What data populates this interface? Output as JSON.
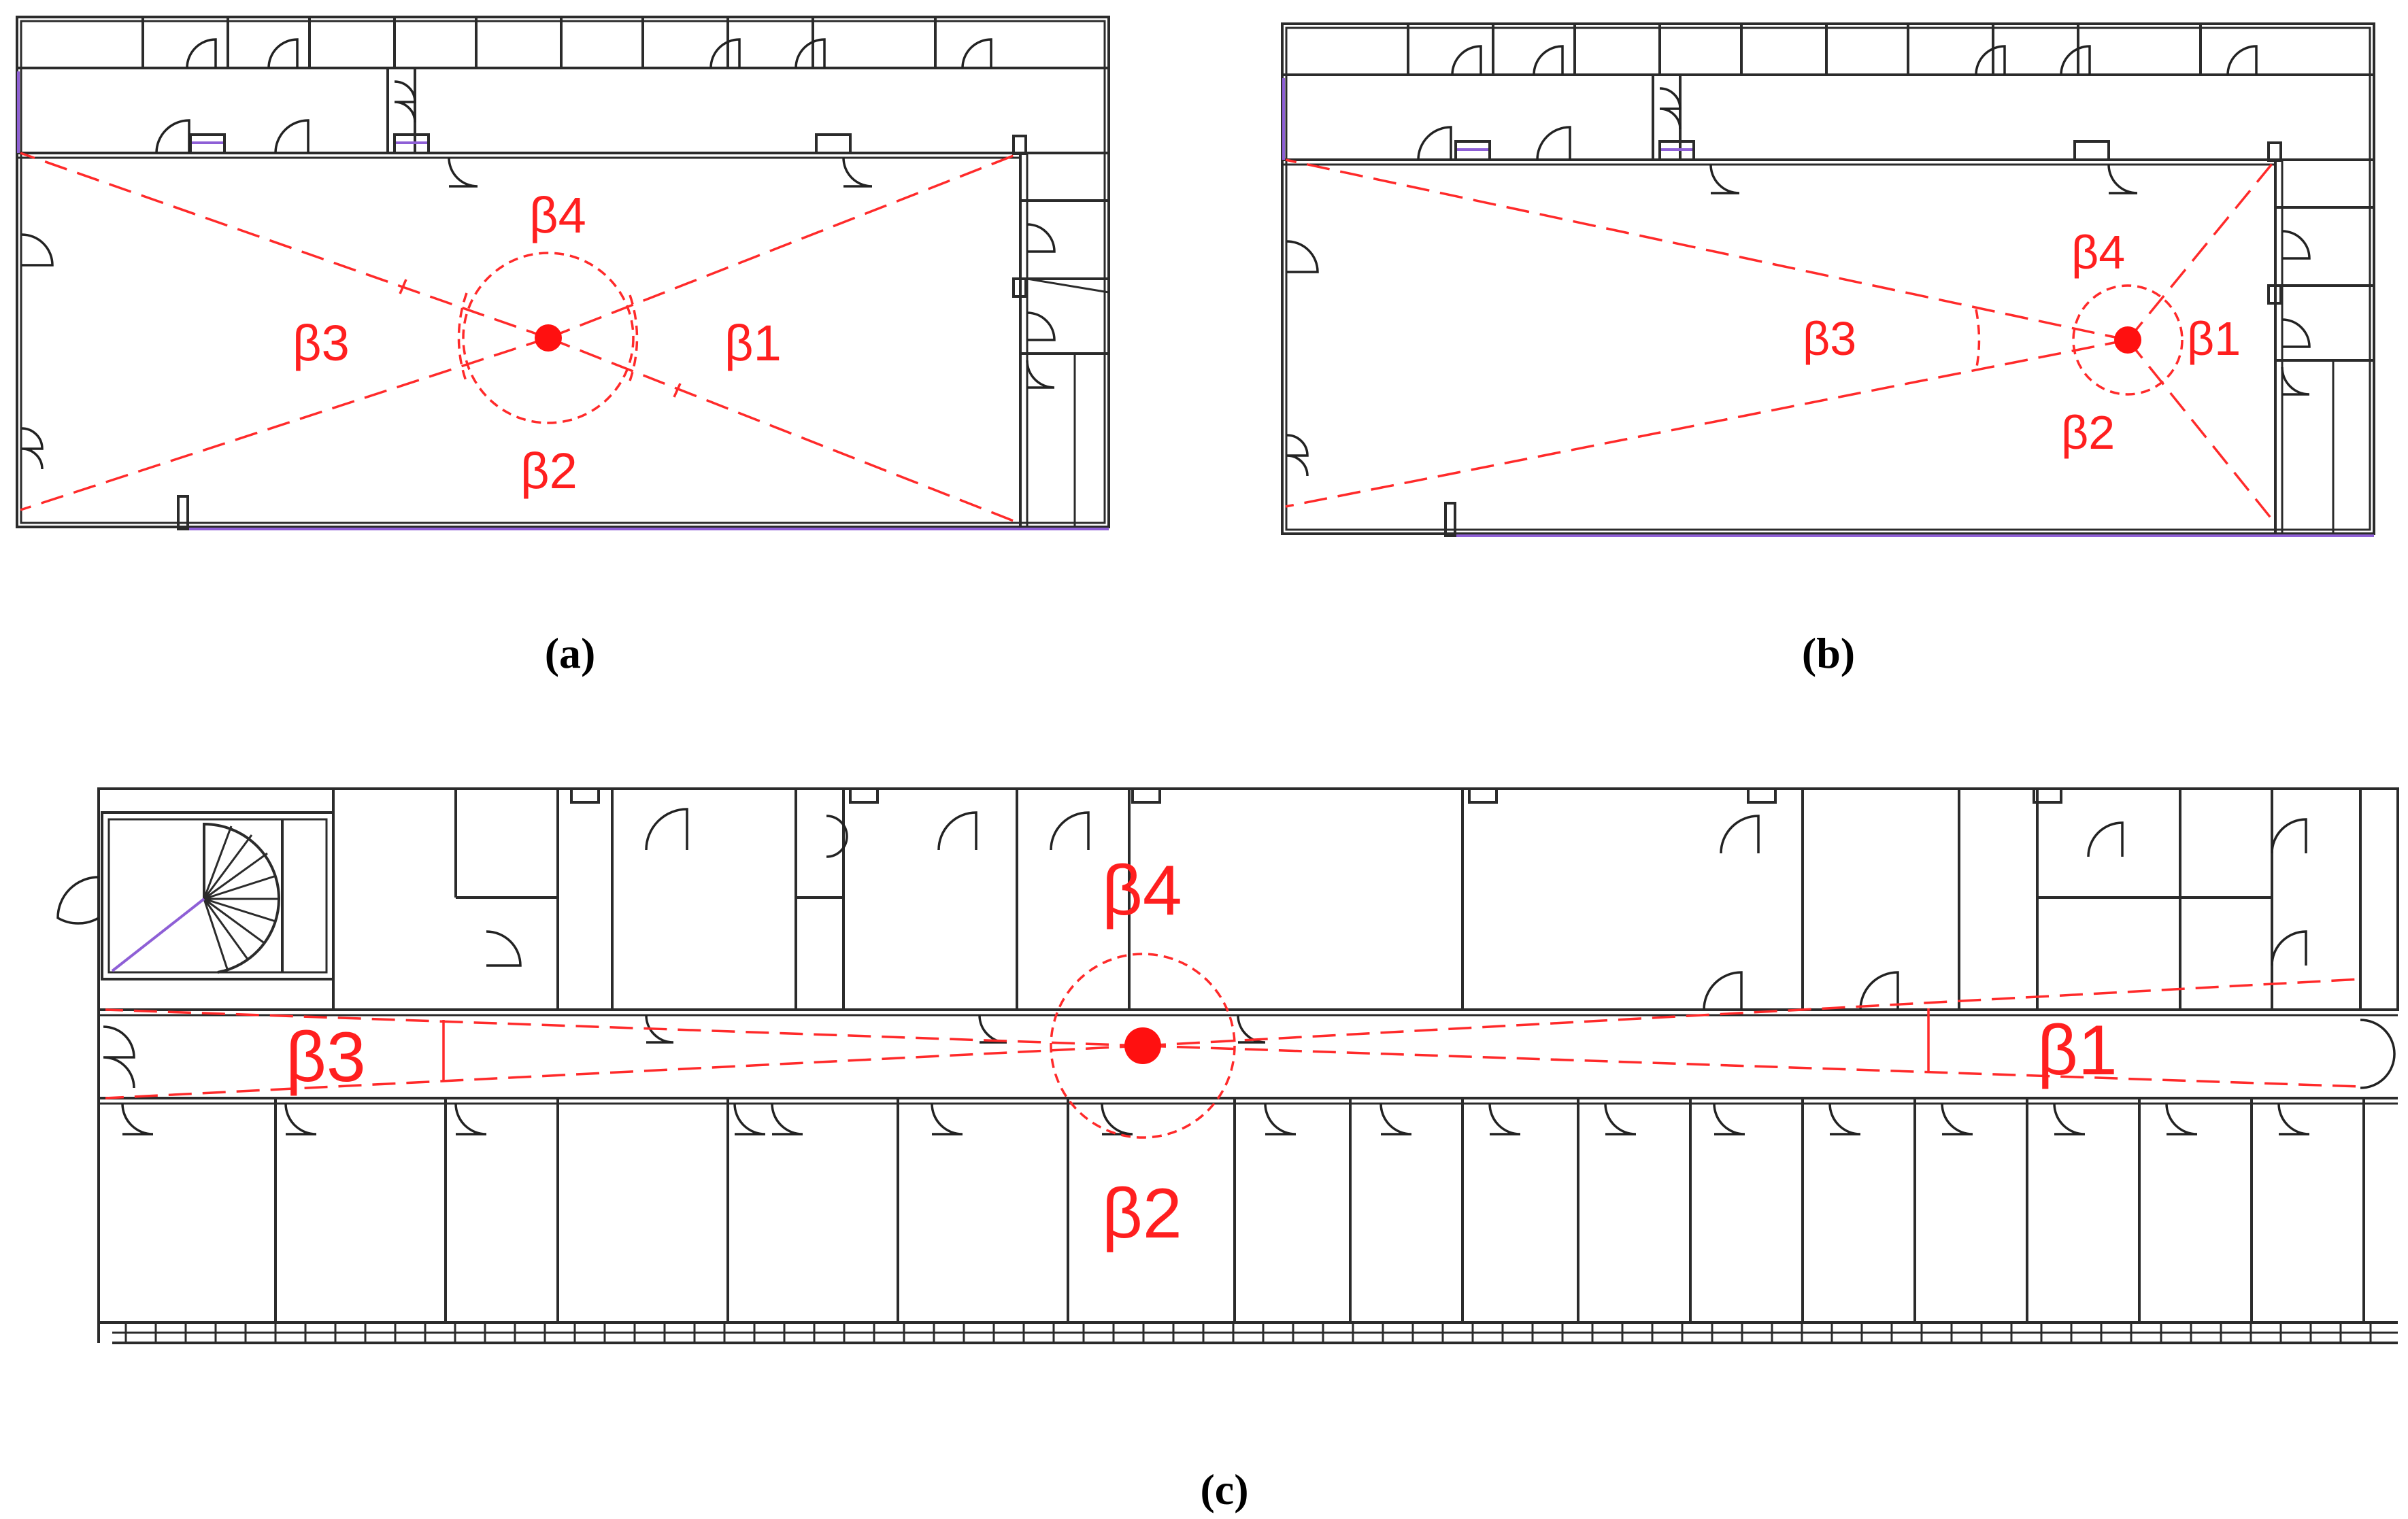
{
  "panels": [
    {
      "id": "a",
      "caption": "(a)",
      "labels": {
        "b1": "β1",
        "b2": "β2",
        "b3": "β3",
        "b4": "β4"
      }
    },
    {
      "id": "b",
      "caption": "(b)",
      "labels": {
        "b1": "β1",
        "b2": "β2",
        "b3": "β3",
        "b4": "β4"
      }
    },
    {
      "id": "c",
      "caption": "(c)",
      "labels": {
        "b1": "β1",
        "b2": "β2",
        "b3": "β3",
        "b4": "β4"
      }
    }
  ],
  "colors": {
    "annotation": "#ff2a2a",
    "wall": "#2b2b2b",
    "window_glass": "#8e5fd6"
  }
}
